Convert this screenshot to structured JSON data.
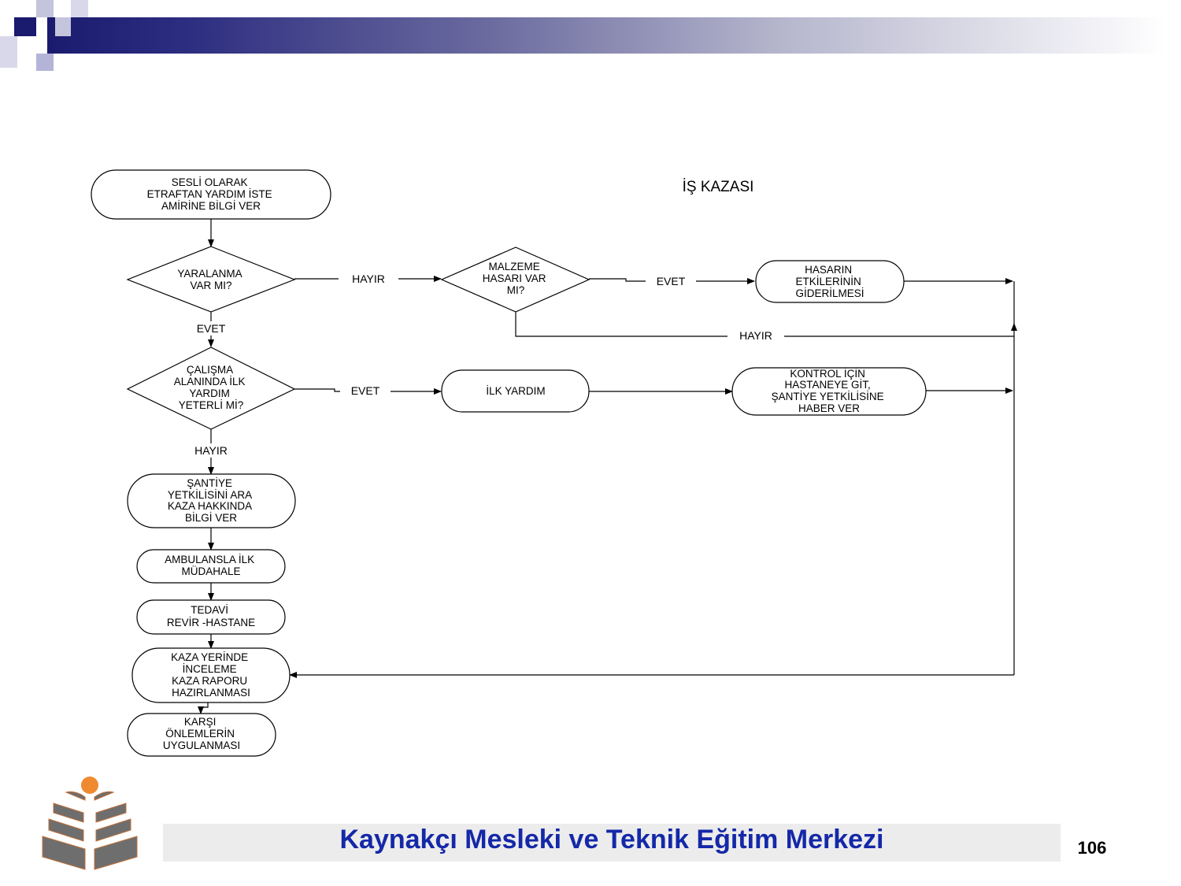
{
  "diagram": {
    "title": "İŞ KAZASI",
    "nodes": {
      "start": [
        "SESLİ OLARAK",
        "ETRAFTAN YARDIM İSTE",
        "AMİRİNE BİLGİ VER"
      ],
      "injury_question": [
        "YARALANMA",
        "VAR MI?"
      ],
      "damage_question": [
        "MALZEME",
        "HASARI VAR",
        "MI?"
      ],
      "damage_removal": [
        "HASARIN",
        "ETKİLERİNİN",
        "GİDERİLMESİ"
      ],
      "first_aid_question": [
        "ÇALIŞMA",
        "ALANINDA İLK",
        "YARDIM",
        "YETERLİ Mİ?"
      ],
      "first_aid": [
        "İLK YARDIM"
      ],
      "hospital_check": [
        "KONTROL İÇİN",
        "HASTANEYE GİT,",
        "ŞANTİYE YETKİLİSİNE",
        "HABER VER"
      ],
      "call_site_manager": [
        "ŞANTİYE",
        "YETKİLİSİNİ ARA",
        "KAZA HAKKINDA",
        "BİLGİ VER"
      ],
      "ambulance": [
        "AMBULANSLA İLK",
        "MÜDAHALE"
      ],
      "treatment": [
        "TEDAVİ",
        "REVİR -HASTANE"
      ],
      "investigation": [
        "KAZA YERİNDE",
        "İNCELEME",
        "KAZA RAPORU",
        "HAZIRLANMASI"
      ],
      "countermeasures": [
        "KARŞI",
        "ÖNLEMLERİN",
        "UYGULANMASI"
      ]
    },
    "edge_labels": {
      "injury_no": "HAYIR",
      "injury_yes": "EVET",
      "damage_yes": "EVET",
      "damage_no": "HAYIR",
      "first_aid_yes": "EVET",
      "first_aid_no": "HAYIR"
    }
  },
  "footer": {
    "institution": "Kaynakçı Mesleki ve Teknik Eğitim Merkezi",
    "page_number": "106"
  },
  "colors": {
    "header_dark": "#1a1a6e",
    "header_square_light": "#b4b4d8",
    "footer_title": "#1428a8",
    "logo_orange": "#f08a30",
    "logo_gray": "#6e6e6e"
  }
}
